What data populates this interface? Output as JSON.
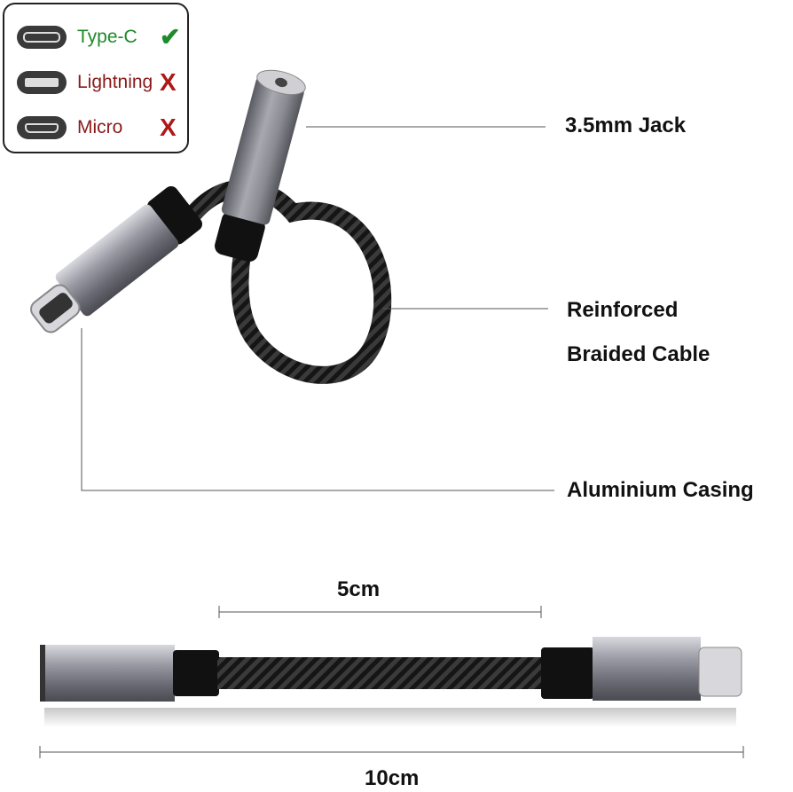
{
  "compatibility": {
    "rows": [
      {
        "label": "Type-C",
        "mark": "✔",
        "color": "#1f8a2a"
      },
      {
        "label": "Lightning",
        "mark": "X",
        "color": "#8b1a1a"
      },
      {
        "label": "Micro",
        "mark": "X",
        "color": "#8b1a1a"
      }
    ]
  },
  "callouts": {
    "jack": "3.5mm Jack",
    "cable_line1": "Reinforced",
    "cable_line2": "Braided Cable",
    "casing": "Aluminium Casing"
  },
  "dimensions": {
    "cable_length": "5cm",
    "total_length": "10cm"
  }
}
